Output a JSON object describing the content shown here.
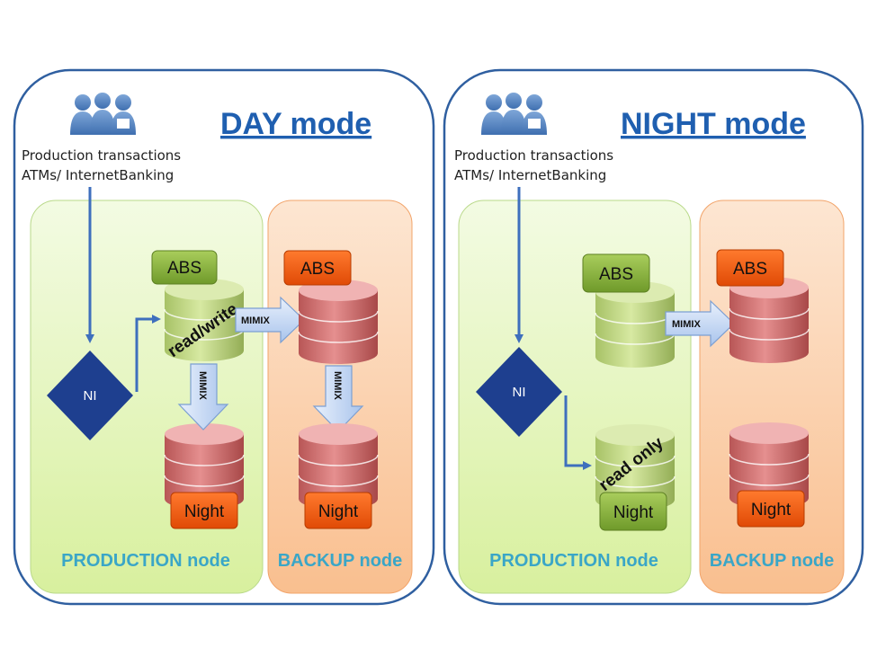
{
  "day": {
    "title": "DAY mode",
    "caption_line1": "Production transactions",
    "caption_line2": "ATMs/ InternetBanking",
    "production_label": "PRODUCTION node",
    "backup_label": "BACKUP node",
    "abs_prod": "ABS",
    "abs_backup": "ABS",
    "night_prod": "Night",
    "night_backup": "Night",
    "ni": "NI",
    "db_annotation": "read/write",
    "mimix_horizontal": "MIMIX",
    "mimix_vertical_prod": "MIMIX",
    "mimix_vertical_backup": "MIMIX"
  },
  "night": {
    "title": "NIGHT mode",
    "caption_line1": "Production transactions",
    "caption_line2": "ATMs/ InternetBanking",
    "production_label": "PRODUCTION node",
    "backup_label": "BACKUP node",
    "abs_prod": "ABS",
    "abs_backup": "ABS",
    "night_prod": "Night",
    "night_backup": "Night",
    "ni": "NI",
    "db_annotation": "read only",
    "mimix_horizontal": "MIMIX"
  },
  "colors": {
    "panel_border": "#2f5fa0",
    "title": "#1f5fb0",
    "production_fill": "#e6f7c4",
    "backup_fill": "#fbd1ac",
    "node_label": "#3aa6c7",
    "ni_fill": "#1e3f8f",
    "flow_arrow": "#3e6fbd"
  }
}
